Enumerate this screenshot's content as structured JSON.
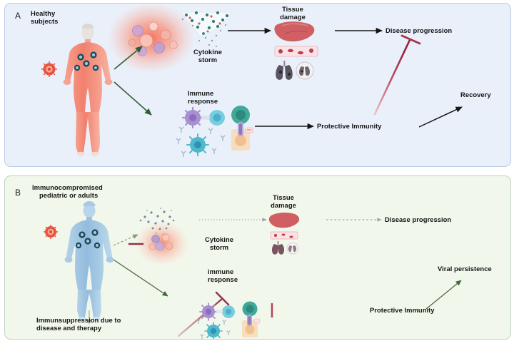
{
  "figure": {
    "type": "biomedical-pathway-diagram",
    "panels": [
      {
        "id": "A",
        "letter": "A",
        "background_color": "#eaf0fa",
        "border_color": "#b9cbe6",
        "subject_label": "Healthy\nsubjects",
        "subject_label_line1": "Healthy",
        "subject_label_line2": "subjects",
        "figure_color": "#f4907f",
        "nodes": {
          "cytokine_storm_line1": "Cytokine",
          "cytokine_storm_line2": "storm",
          "immune_response_line1": "Immune",
          "immune_response_line2": "response",
          "tissue_damage_line1": "Tissue",
          "tissue_damage_line2": "damage",
          "disease_progression": "Disease progression",
          "protective_immunity": "Protective Immunity",
          "recovery": "Recovery"
        },
        "edges": [
          {
            "from": "healthy-subject",
            "to": "cytokine-storm",
            "style": "solid-arrow",
            "color": "#2f5d34"
          },
          {
            "from": "healthy-subject",
            "to": "immune-response",
            "style": "solid-arrow",
            "color": "#2f5d34"
          },
          {
            "from": "cytokine-storm",
            "to": "tissue-damage",
            "style": "solid-arrow",
            "color": "#161616"
          },
          {
            "from": "tissue-damage",
            "to": "disease-progression",
            "style": "solid-arrow",
            "color": "#161616"
          },
          {
            "from": "immune-response",
            "to": "protective-immunity",
            "style": "solid-arrow",
            "color": "#161616"
          },
          {
            "from": "protective-immunity",
            "to": "disease-progression",
            "style": "inhibition-bar",
            "color": "#a8304a"
          },
          {
            "from": "protective-immunity",
            "to": "recovery",
            "style": "solid-arrow",
            "color": "#161616"
          }
        ]
      },
      {
        "id": "B",
        "letter": "B",
        "background_color": "#f2f7ec",
        "border_color": "#bcd2c0",
        "subject_label_line1": "Immunocompromised",
        "subject_label_line2": "pediatric or adults",
        "figure_color": "#9fc3e0",
        "nodes": {
          "cytokine_storm_line1": "Cytokine",
          "cytokine_storm_line2": "storm",
          "immune_response_line1": "immune",
          "immune_response_line2": "response",
          "tissue_damage_line1": "Tissue",
          "tissue_damage_line2": "damage",
          "disease_progression": "Disease progression",
          "protective_immunity": "Protective Immunity",
          "viral_persistence": "Viral persistence",
          "immunosuppression_line1": "Immunsuppression due to",
          "immunosuppression_line2": "disease and therapy"
        },
        "edges": [
          {
            "from": "immunocompromised-subject",
            "to": "cytokine-storm",
            "style": "dashed-arrow",
            "color": "#7f8f6a"
          },
          {
            "from": "immunocompromised-subject",
            "to": "immune-response",
            "style": "solid-arrow",
            "color": "#4a6b3c"
          },
          {
            "from": "cytokine-storm",
            "to": "tissue-damage",
            "style": "dotted-arrow",
            "color": "#8a9a7b"
          },
          {
            "from": "tissue-damage",
            "to": "disease-progression",
            "style": "dashed-arrow",
            "color": "#8a9a7b"
          },
          {
            "from": "immunosuppression",
            "to": "cytokine-storm",
            "style": "inhibition-bar",
            "color": "#8d3a4a"
          },
          {
            "from": "immunosuppression",
            "to": "immune-response",
            "style": "inhibition-bar",
            "color": "#8d3a4a"
          },
          {
            "from": "protective-immunity",
            "to": "immune-response",
            "style": "inhibition-bar",
            "color": "#b5485e"
          },
          {
            "from": "protective-immunity",
            "to": "viral-persistence",
            "style": "solid-arrow",
            "color": "#4a6b3c"
          }
        ]
      }
    ],
    "colors": {
      "panel_a_bg": "#eaf0fa",
      "panel_b_bg": "#f2f7ec",
      "green_arrow": "#2f5d34",
      "black_arrow": "#161616",
      "inhibition_red": "#a8304a",
      "virus_red": "#e8543f",
      "storm_red": "#f4705c",
      "liver_red": "#cf5f63",
      "text": "#151515"
    }
  }
}
